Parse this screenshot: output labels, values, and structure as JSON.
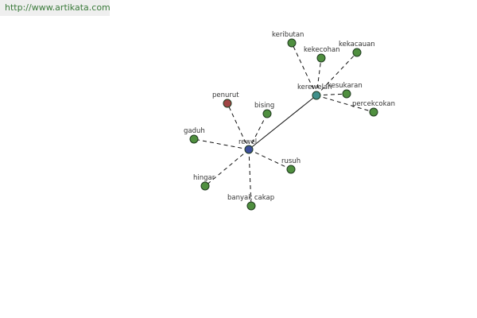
{
  "banner": {
    "url_text": "http://www.artikata.com"
  },
  "colors": {
    "main_node": "#3c4e9a",
    "hub_node": "#3f8f8a",
    "related_node": "#4f8f3f",
    "antonym_node": "#a04444",
    "edge": "#111111"
  },
  "graph": {
    "nodes": [
      {
        "id": "rewel",
        "label": "rewel",
        "kind": "main_node"
      },
      {
        "id": "kerewelan",
        "label": "kerewelan",
        "kind": "hub_node"
      },
      {
        "id": "penurut",
        "label": "penurut",
        "kind": "antonym_node"
      },
      {
        "id": "bising",
        "label": "bising",
        "kind": "related_node"
      },
      {
        "id": "gaduh",
        "label": "gaduh",
        "kind": "related_node"
      },
      {
        "id": "hingar",
        "label": "hingar",
        "kind": "related_node"
      },
      {
        "id": "banyak-cakap",
        "label": "banyak cakap",
        "kind": "related_node"
      },
      {
        "id": "rusuh",
        "label": "rusuh",
        "kind": "related_node"
      },
      {
        "id": "keributan",
        "label": "keributan",
        "kind": "related_node"
      },
      {
        "id": "kekecohan",
        "label": "kekecohan",
        "kind": "related_node"
      },
      {
        "id": "kekacauan",
        "label": "kekacauan",
        "kind": "related_node"
      },
      {
        "id": "kesukaran",
        "label": "kesukaran",
        "kind": "related_node"
      },
      {
        "id": "percekcokan",
        "label": "percekcokan",
        "kind": "related_node"
      }
    ],
    "edges": [
      {
        "from": "rewel",
        "to": "kerewelan",
        "style": "solid"
      },
      {
        "from": "rewel",
        "to": "penurut",
        "style": "dashed"
      },
      {
        "from": "rewel",
        "to": "bising",
        "style": "dashed"
      },
      {
        "from": "rewel",
        "to": "gaduh",
        "style": "dashed"
      },
      {
        "from": "rewel",
        "to": "hingar",
        "style": "dashed"
      },
      {
        "from": "rewel",
        "to": "banyak-cakap",
        "style": "dashed"
      },
      {
        "from": "rewel",
        "to": "rusuh",
        "style": "dashed"
      },
      {
        "from": "kerewelan",
        "to": "keributan",
        "style": "dashed"
      },
      {
        "from": "kerewelan",
        "to": "kekecohan",
        "style": "dashed"
      },
      {
        "from": "kerewelan",
        "to": "kekacauan",
        "style": "dashed"
      },
      {
        "from": "kerewelan",
        "to": "kesukaran",
        "style": "dashed"
      },
      {
        "from": "kerewelan",
        "to": "percekcokan",
        "style": "dashed"
      }
    ]
  }
}
